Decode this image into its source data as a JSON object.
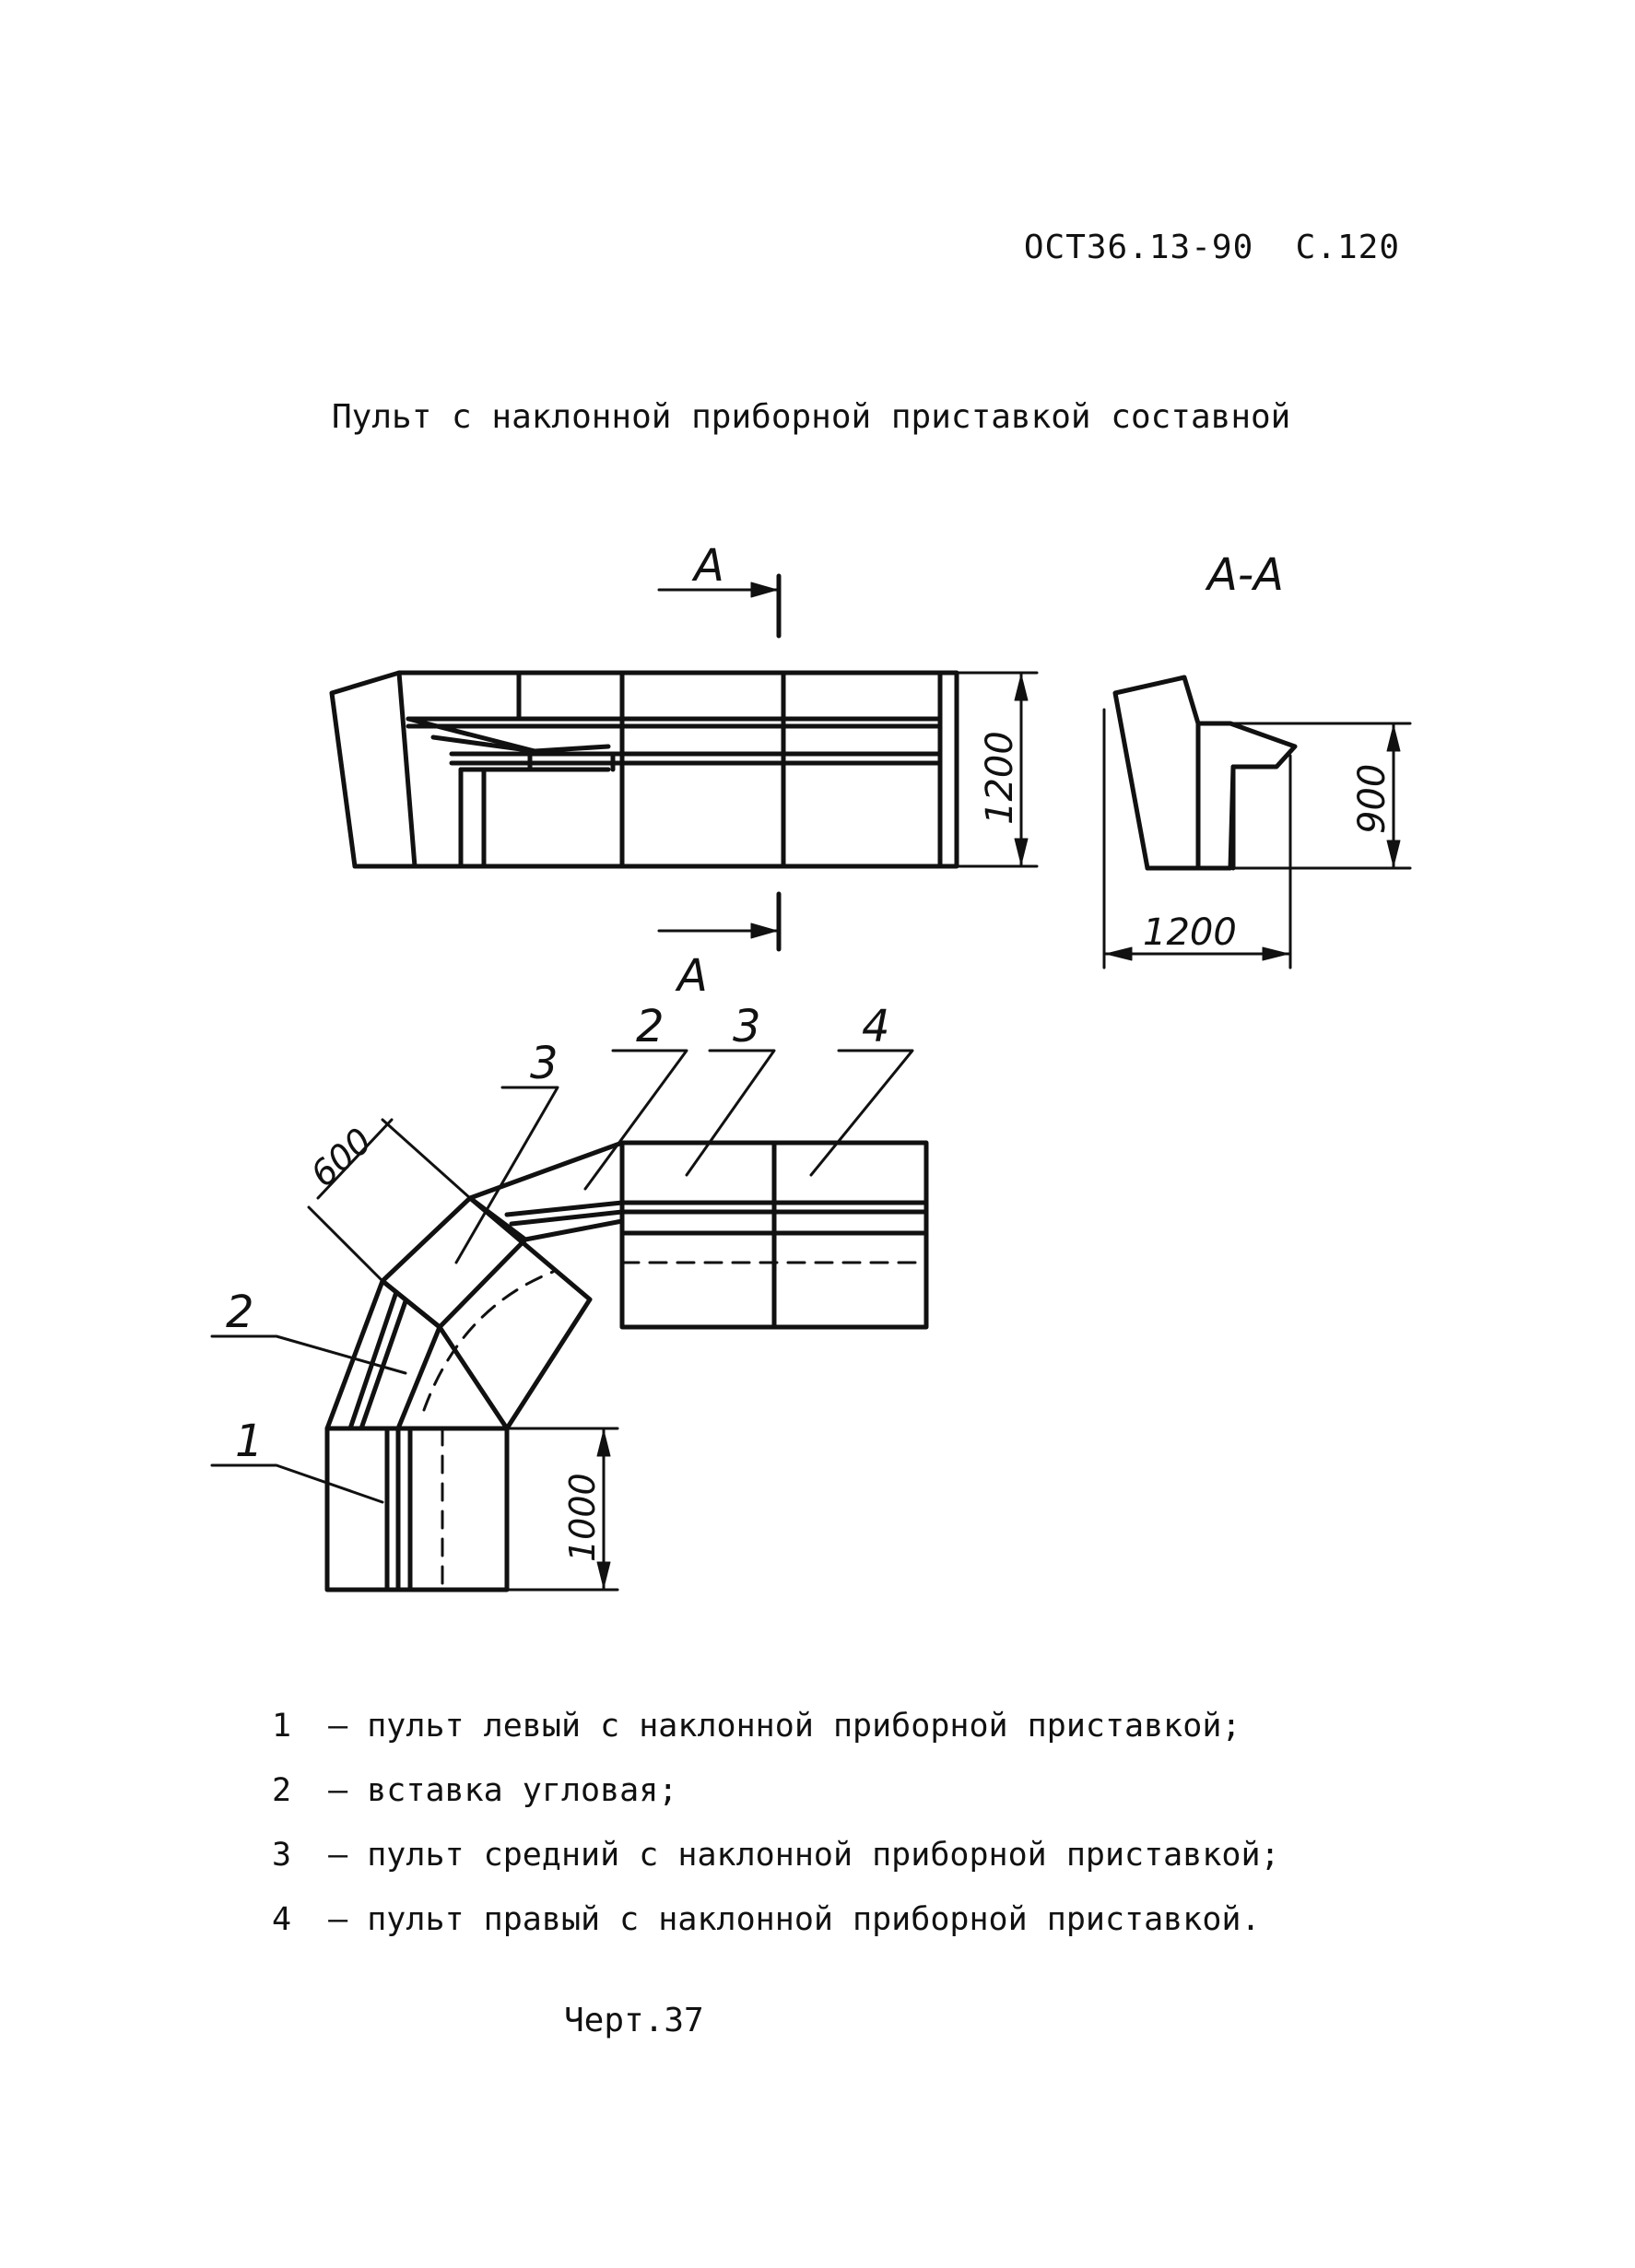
{
  "header": {
    "doc_code": "ОСТ36.13-90",
    "page": "С.120"
  },
  "title": "Пульт с наклонной приборной приставкой составной",
  "drawing": {
    "section_mark": "А",
    "section_title": "А-А",
    "dim_front_height": "1200",
    "dim_section_height": "900",
    "dim_section_depth": "1200",
    "dim_plan_width": "600",
    "dim_plan_depth": "1000",
    "callouts": {
      "c1": "1",
      "c2a": "2",
      "c2b": "2",
      "c3a": "3",
      "c3b": "3",
      "c4": "4"
    }
  },
  "legend": [
    {
      "num": "1",
      "sep": "–",
      "text": "пульт левый с наклонной приборной приставкой;"
    },
    {
      "num": "2",
      "sep": "–",
      "text": "вставка угловая;"
    },
    {
      "num": "3",
      "sep": "–",
      "text": "пульт средний с наклонной приборной приставкой;"
    },
    {
      "num": "4",
      "sep": "–",
      "text": "пульт правый с наклонной приборной приставкой."
    }
  ],
  "caption": "Черт.37"
}
